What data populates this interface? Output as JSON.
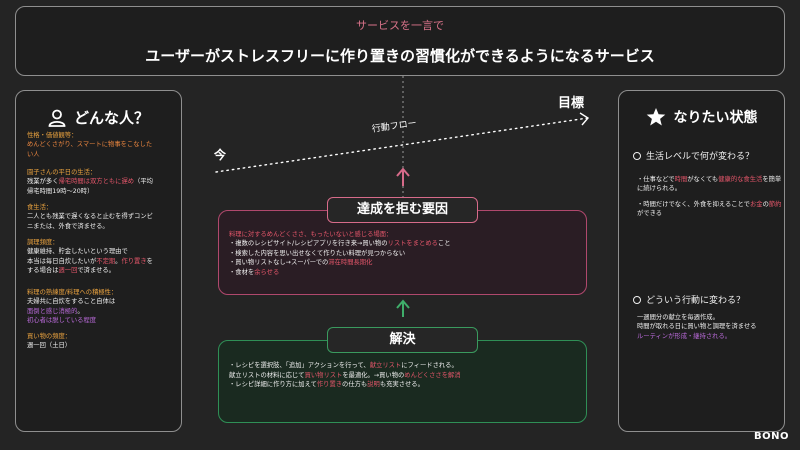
{
  "header": {
    "label": "サービスを一言で",
    "title": "ユーザーがストレスフリーに作り置きの習慣化ができるようになるサービス"
  },
  "persona": {
    "title": "どんな人？",
    "icon": "person-icon",
    "traits": {
      "heading": "性格・価値観等：",
      "p1": "めんどくさがり、スマートに物事をこなした",
      "p2": "い人"
    },
    "weekday": {
      "heading": "園子さんの平日の生活：",
      "p1": "残業が多く",
      "h1": "帰宅時間は双方ともに遅め",
      "p2": "（平均",
      "line2": "帰宅時間19時〜20時）"
    },
    "diet": {
      "heading": "食生活：",
      "line1": "二人とも残業で遅くなると止むを得ずコンビ",
      "line2": "ニまたは、外食で済ませる。"
    },
    "cooking": {
      "heading": "調理頻度：",
      "line1": "健康維持、貯金したいという理由で",
      "p1": "本当は毎日自炊したいが",
      "h1": "不定期",
      "p2": "。",
      "h2": "作り置き",
      "p3": "を",
      "p4": "する場合は",
      "h3": "週一回",
      "p5": "で済ませる。"
    },
    "proficiency": {
      "heading": "料理の熟練度/料理への積極性：",
      "line1": "夫婦共に自炊をすること自体は",
      "h1": "面倒と感じ消極的",
      "p1": "。",
      "h2": "初心者は脱している程度"
    },
    "shopping": {
      "heading": "買い物の頻度：",
      "line1": "週一回（土日）"
    }
  },
  "flow": {
    "now": "今",
    "goal": "目標",
    "label": "行動フロー"
  },
  "problem": {
    "tag": "達成を拒む要因",
    "title": "料理に対するめんどくささ、もったいないと感じる場面：",
    "items": [
      {
        "p1": "・複数のレシピサイト/レシピアプリを行き来→買い物の",
        "h": "リストをまとめる",
        "p2": "こと"
      },
      {
        "p1": "・検索した内容を思い出せなくて作りたい料理が見つからない",
        "h": "",
        "p2": ""
      },
      {
        "p1": "・買い物リストなし→スーパーでの",
        "h": "滞在時間長期化",
        "p2": ""
      },
      {
        "p1": "・食材を",
        "h": "余らせる",
        "p2": ""
      }
    ]
  },
  "solution": {
    "tag": "解決",
    "item1": {
      "p1": "・レシピを選択肢、「追加」アクションを行って、",
      "h1": "献立リスト",
      "p2": "にフィードされる。"
    },
    "item2": {
      "p1": "  献立リストの材料に応じて",
      "h1": "買い物リスト",
      "p2": "を最適化。→買い物の",
      "h2": "めんどくささを解消"
    },
    "item3": {
      "p1": "・レシピ詳細に作り方に加えて",
      "h1": "作り置き",
      "p2": "の仕方も",
      "h2": "説明",
      "p3": "も充実させる。"
    }
  },
  "goal_state": {
    "title": "なりたい状態",
    "icon": "star-icon",
    "q1": "生活レベルで何が変わる？",
    "a1": {
      "p1": "・仕事などで",
      "h1": "時間",
      "p2": "がなくても",
      "h2": "健康的な食生活",
      "p3": "を簡単に続けられる。"
    },
    "a2": {
      "p1": "・時間だけでなく、外食を抑えることで",
      "h1": "お金",
      "p2": "の",
      "h2": "節約",
      "p3": "ができる"
    },
    "q2": "どういう行動に変わる？",
    "b1": "一週間分の献立を毎週作成。",
    "b2": "時間が取れる日に買い物と調理を済ませる",
    "b3": {
      "h1": "ルーティンが形成・継持される。"
    }
  },
  "brand": "BONO",
  "colors": {
    "accent_orange": "#e9853f",
    "accent_red": "#e4566a",
    "accent_purple": "#b96ad9",
    "problem_border": "#b0486d",
    "solution_border": "#2f8f56"
  }
}
